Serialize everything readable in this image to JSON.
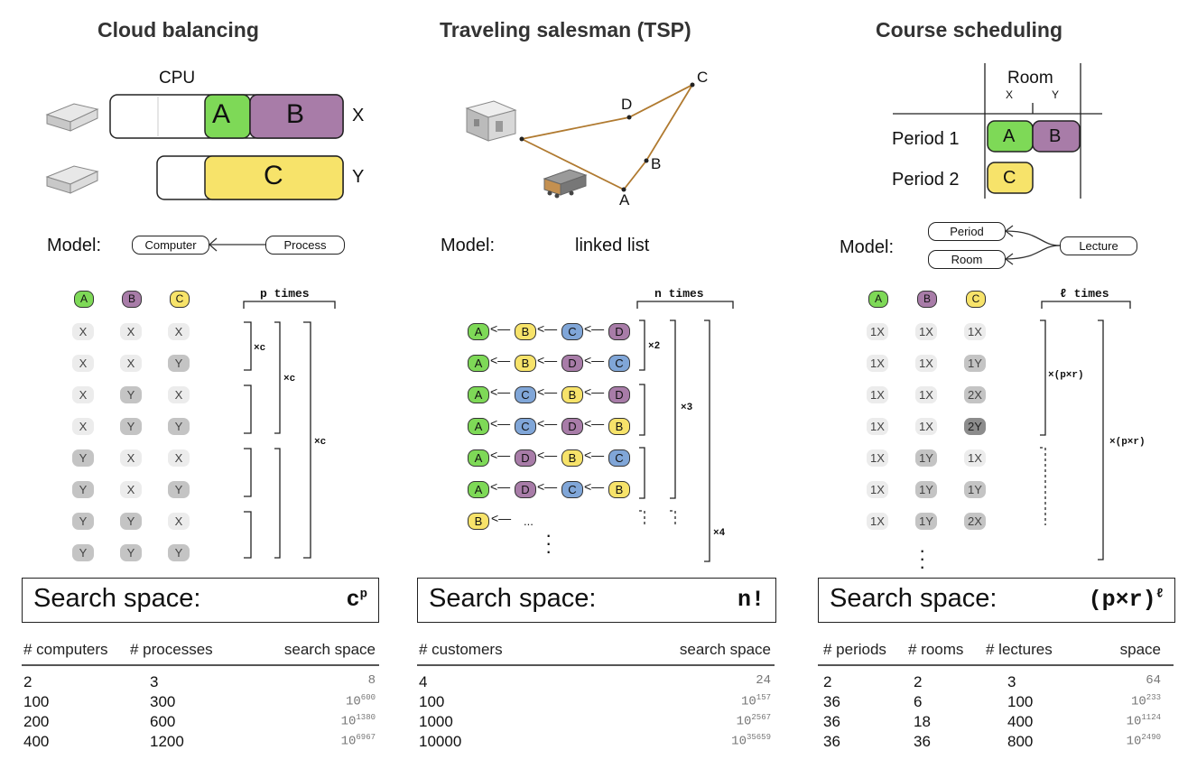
{
  "colors": {
    "a": "#7ed957",
    "b": "#a87ca8",
    "c": "#f7e36a",
    "d": "#a87ca8",
    "blue": "#80a6d8",
    "route": "#b07a30"
  },
  "cloud": {
    "title": "Cloud balancing",
    "cpu_label": "CPU",
    "x_label": "X",
    "y_label": "Y",
    "procs": [
      "A",
      "B",
      "C"
    ],
    "model_label": "Model:",
    "model_computer": "Computer",
    "model_process": "Process",
    "badges": [
      "A",
      "B",
      "C"
    ],
    "times_label": "p times",
    "grid": [
      [
        "X",
        "X",
        "X"
      ],
      [
        "X",
        "X",
        "Y"
      ],
      [
        "X",
        "Y",
        "X"
      ],
      [
        "X",
        "Y",
        "Y"
      ],
      [
        "Y",
        "X",
        "X"
      ],
      [
        "Y",
        "X",
        "Y"
      ],
      [
        "Y",
        "Y",
        "X"
      ],
      [
        "Y",
        "Y",
        "Y"
      ]
    ],
    "mult": [
      "×c",
      "×c",
      "×c"
    ],
    "search_label": "Search space:",
    "search_formula": "c",
    "search_exp": "p",
    "table": {
      "headers": [
        "# computers",
        "# processes",
        "search space"
      ],
      "rows": [
        {
          "a": "2",
          "b": "3",
          "base": "8",
          "exp": ""
        },
        {
          "a": "100",
          "b": "300",
          "base": "10",
          "exp": "600"
        },
        {
          "a": "200",
          "b": "600",
          "base": "10",
          "exp": "1380"
        },
        {
          "a": "400",
          "b": "1200",
          "base": "10",
          "exp": "6967"
        }
      ]
    }
  },
  "tsp": {
    "title": "Traveling salesman (TSP)",
    "points": [
      "A",
      "B",
      "C",
      "D"
    ],
    "model_label": "Model:",
    "model_value": "linked list",
    "times_label": "n times",
    "rows": [
      [
        "A",
        "B",
        "C",
        "D"
      ],
      [
        "A",
        "B",
        "D",
        "C"
      ],
      [
        "A",
        "C",
        "B",
        "D"
      ],
      [
        "A",
        "C",
        "D",
        "B"
      ],
      [
        "A",
        "D",
        "B",
        "C"
      ],
      [
        "A",
        "D",
        "C",
        "B"
      ]
    ],
    "partial": "B",
    "ellipsis": "...",
    "mult": [
      "×2",
      "×3",
      "×4"
    ],
    "search_label": "Search space:",
    "search_formula": "n!",
    "table": {
      "headers": [
        "# customers",
        "search space"
      ],
      "rows": [
        {
          "a": "4",
          "base": "24",
          "exp": ""
        },
        {
          "a": "100",
          "base": "10",
          "exp": "157"
        },
        {
          "a": "1000",
          "base": "10",
          "exp": "2567"
        },
        {
          "a": "10000",
          "base": "10",
          "exp": "35659"
        }
      ]
    }
  },
  "course": {
    "title": "Course scheduling",
    "room_label": "Room",
    "room_x": "X",
    "room_y": "Y",
    "period1": "Period 1",
    "period2": "Period 2",
    "lects": [
      "A",
      "B",
      "C"
    ],
    "model_label": "Model:",
    "model_period": "Period",
    "model_room": "Room",
    "model_lecture": "Lecture",
    "badges": [
      "A",
      "B",
      "C"
    ],
    "times_label": "ℓ times",
    "grid": [
      [
        "1X",
        "1X",
        "1X"
      ],
      [
        "1X",
        "1X",
        "1Y"
      ],
      [
        "1X",
        "1X",
        "2X"
      ],
      [
        "1X",
        "1X",
        "2Y"
      ],
      [
        "1X",
        "1Y",
        "1X"
      ],
      [
        "1X",
        "1Y",
        "1Y"
      ],
      [
        "1X",
        "1Y",
        "2X"
      ]
    ],
    "mult": [
      "×(p×r)",
      "×(p×r)"
    ],
    "search_label": "Search space:",
    "search_formula": "(p×r)",
    "search_exp": "ℓ",
    "table": {
      "headers": [
        "# periods",
        "# rooms",
        "# lectures",
        "space"
      ],
      "rows": [
        {
          "a": "2",
          "b": "2",
          "c": "3",
          "base": "64",
          "exp": ""
        },
        {
          "a": "36",
          "b": "6",
          "c": "100",
          "base": "10",
          "exp": "233"
        },
        {
          "a": "36",
          "b": "18",
          "c": "400",
          "base": "10",
          "exp": "1124"
        },
        {
          "a": "36",
          "b": "36",
          "c": "800",
          "base": "10",
          "exp": "2490"
        }
      ]
    }
  }
}
